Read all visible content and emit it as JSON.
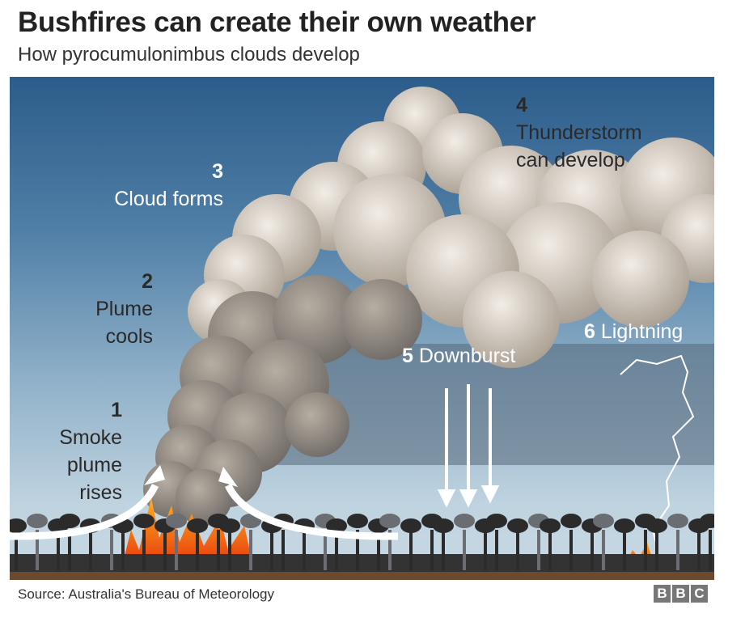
{
  "header": {
    "title": "Bushfires can create their own weather",
    "subtitle": "How pyrocumulonimbus clouds develop"
  },
  "stages": [
    {
      "num": "1",
      "text": [
        "Smoke",
        "plume",
        "rises"
      ]
    },
    {
      "num": "2",
      "text": [
        "Plume",
        "cools"
      ]
    },
    {
      "num": "3",
      "text": [
        "Cloud forms"
      ]
    },
    {
      "num": "4",
      "text": [
        "Thunderstorm",
        "can develop"
      ]
    },
    {
      "num": "5",
      "text": [
        "Downburst"
      ]
    },
    {
      "num": "6",
      "text": [
        "Lightning"
      ]
    }
  ],
  "footer": {
    "source": "Source: Australia's Bureau of Meteorology",
    "logo": [
      "B",
      "B",
      "C"
    ]
  },
  "colors": {
    "fire": "#f05a14",
    "trees": "#2b2b2b",
    "sky_top": "#2c5c8a",
    "cloud": "#d8cfc2"
  }
}
